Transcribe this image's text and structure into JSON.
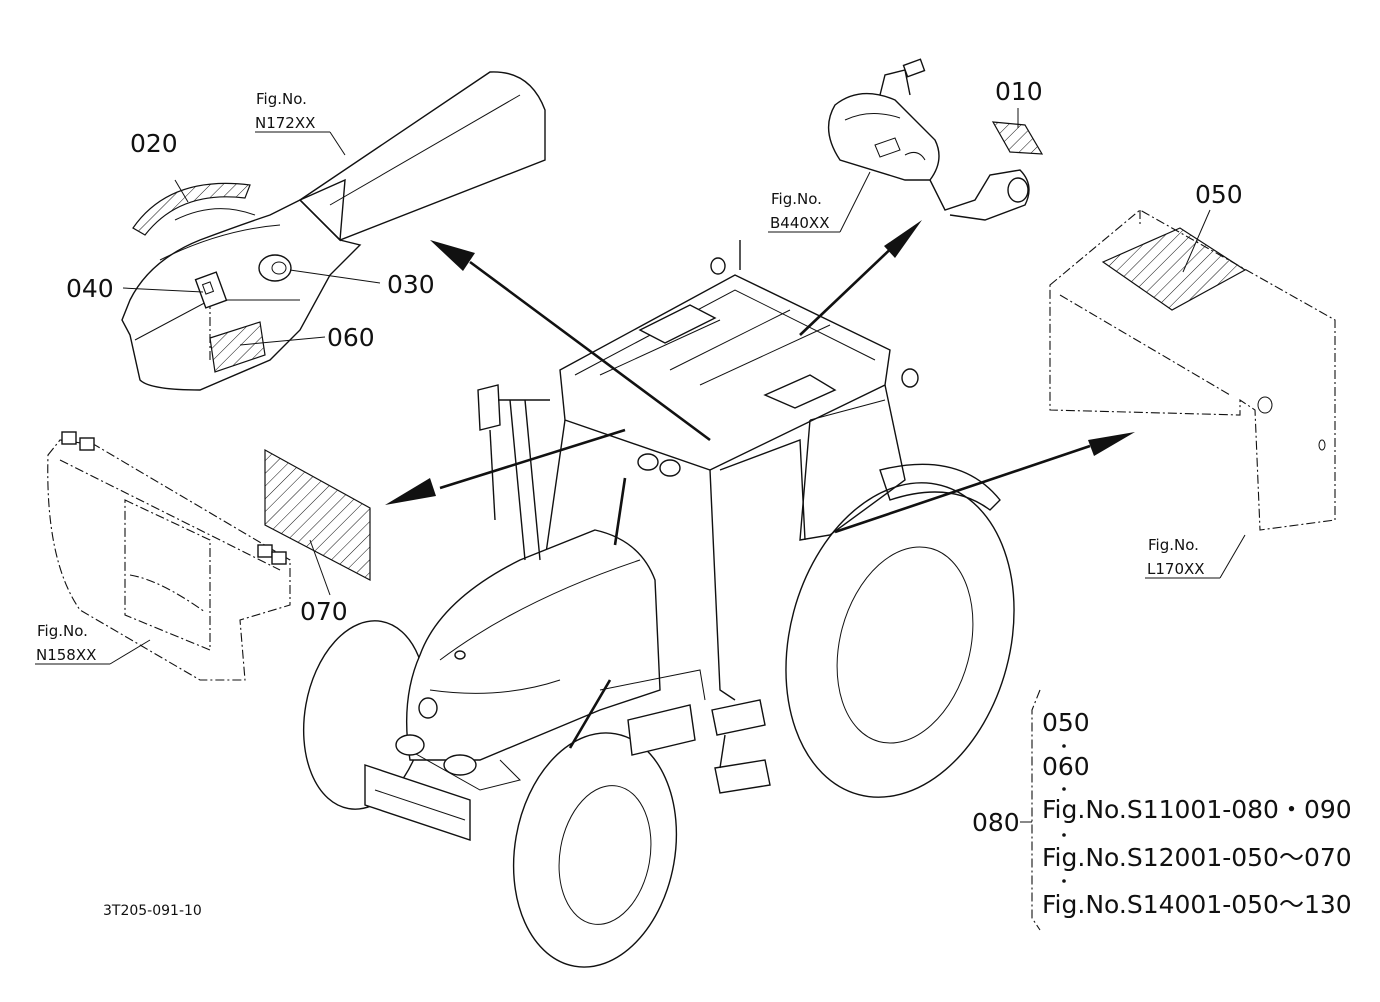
{
  "callouts": {
    "p010": "010",
    "p020": "020",
    "p030": "030",
    "p040": "040",
    "p050": "050",
    "p060": "060",
    "p070": "070",
    "p080": "080"
  },
  "figure_refs": {
    "n172": {
      "line1": "Fig.No.",
      "line2": "N172XX"
    },
    "b440": {
      "line1": "Fig.No.",
      "line2": "B440XX"
    },
    "l170": {
      "line1": "Fig.No.",
      "line2": "L170XX"
    },
    "n158": {
      "line1": "Fig.No.",
      "line2": "N158XX"
    }
  },
  "legend_080": {
    "items": [
      "050",
      "060",
      "Fig.No.S11001-080・090",
      "Fig.No.S12001-050～070",
      "Fig.No.S14001-050～130"
    ]
  },
  "drawing_code": "3T205-091-10"
}
